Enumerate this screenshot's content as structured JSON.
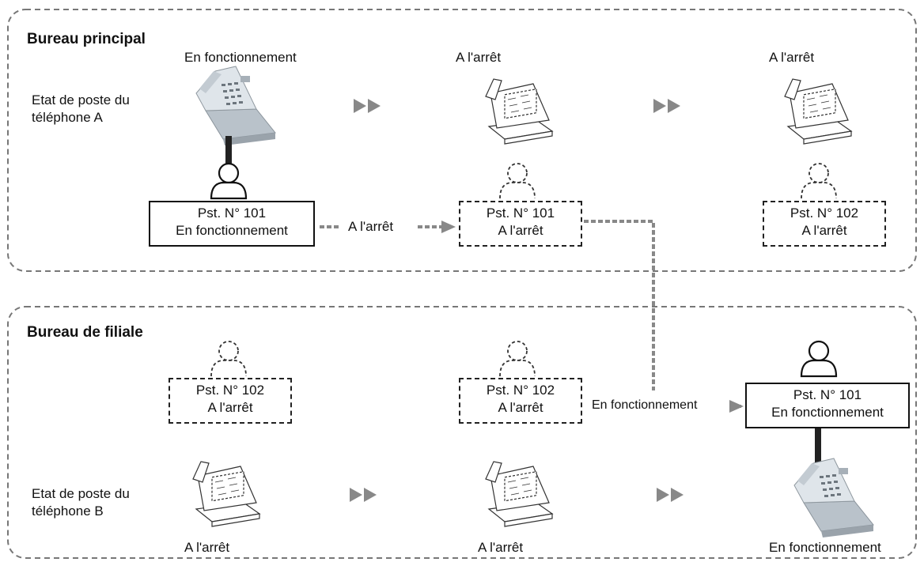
{
  "main_office": {
    "title": "Bureau principal",
    "row_label_line1": "Etat de poste du",
    "row_label_line2": "téléphone A",
    "col1_status": "En fonctionnement",
    "col2_status": "A l'arrêt",
    "col3_status": "A l'arrêt",
    "box1": {
      "line1": "Pst. N° 101",
      "line2": "En fonctionnement",
      "style": "solid"
    },
    "box2": {
      "line1": "Pst. N° 101",
      "line2": "A l'arrêt",
      "style": "dashed"
    },
    "box3": {
      "line1": "Pst. N° 102",
      "line2": "A l'arrêt",
      "style": "dashed"
    },
    "arrow_label": "A l'arrêt"
  },
  "branch_office": {
    "title": "Bureau de filiale",
    "row_label_line1": "Etat de poste du",
    "row_label_line2": "téléphone B",
    "col1_status": "A l'arrêt",
    "col2_status": "A l'arrêt",
    "col3_status": "En fonctionnement",
    "box1": {
      "line1": "Pst. N° 102",
      "line2": "A l'arrêt",
      "style": "dashed"
    },
    "box2": {
      "line1": "Pst. N° 102",
      "line2": "A l'arrêt",
      "style": "dashed"
    },
    "box3": {
      "line1": "Pst. N° 101",
      "line2": "En fonctionnement",
      "style": "solid"
    },
    "arrow_label": "En fonctionnement"
  },
  "colors": {
    "phone_active": "#cfd6dc",
    "phone_idle": "#ffffff",
    "arrow": "#888888",
    "connector": "#333333"
  },
  "icons": [
    "telephone-icon",
    "person-icon",
    "double-arrow-icon"
  ]
}
